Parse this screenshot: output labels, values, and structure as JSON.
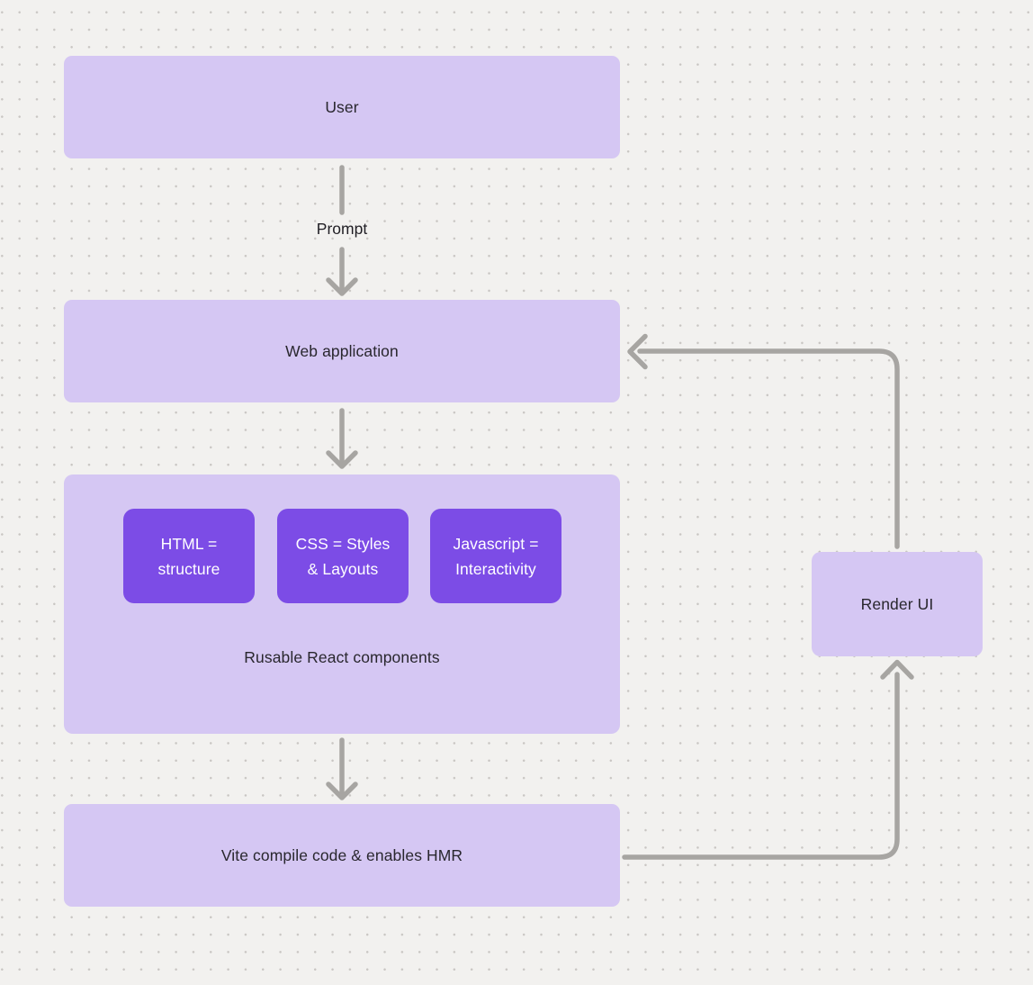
{
  "colors": {
    "bg": "#f2f1ef",
    "dot": "#c9c6c3",
    "accent_light": "#d5c7f3",
    "accent_dark": "#7c4ce6",
    "connector": "#a7a5a2",
    "text_dark": "#29272e",
    "text_light": "#ffffff"
  },
  "diagram": {
    "nodes": {
      "user": {
        "label": "User"
      },
      "web_application": {
        "label": "Web application"
      },
      "components_group": {
        "caption": "Rusable React components",
        "items": [
          {
            "label": "HTML =\nstructure"
          },
          {
            "label": "CSS = Styles\n& Layouts"
          },
          {
            "label": "Javascript =\nInteractivity"
          }
        ]
      },
      "vite": {
        "label": "Vite compile code & enables HMR"
      },
      "render_ui": {
        "label": "Render UI"
      }
    },
    "edges": {
      "prompt_label": "Prompt"
    }
  }
}
